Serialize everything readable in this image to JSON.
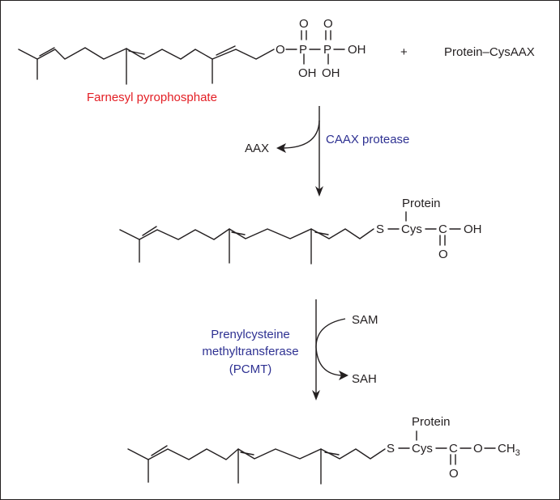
{
  "colors": {
    "ink": "#231f20",
    "red_label": "#e31e24",
    "enzyme_label": "#2e3192"
  },
  "step1": {
    "phosphate": {
      "o1": "O",
      "o2": "O",
      "ester_o": "O",
      "p1": "P",
      "p2": "P",
      "oh_right": "OH",
      "oh_bottom1": "OH",
      "oh_bottom2": "OH"
    },
    "compound_name": "Farnesyl pyrophosphate",
    "plus": "+",
    "protein_substrate": "Protein–CysAAX"
  },
  "arrow1": {
    "enzyme": "CAAX protease",
    "byproduct": "AAX"
  },
  "step2": {
    "s": "S",
    "cys": "Cys",
    "c": "C",
    "oh": "OH",
    "o": "O",
    "protein": "Protein"
  },
  "arrow2": {
    "enzyme_line1": "Prenylcysteine",
    "enzyme_line2": "methyltransferase",
    "enzyme_line3": "(PCMT)",
    "cosubstrate_in": "SAM",
    "cosubstrate_out": "SAH"
  },
  "step3": {
    "s": "S",
    "cys": "Cys",
    "c": "C",
    "o_ester": "O",
    "ch3": "CH",
    "ch3_sub": "3",
    "o": "O",
    "protein": "Protein"
  }
}
